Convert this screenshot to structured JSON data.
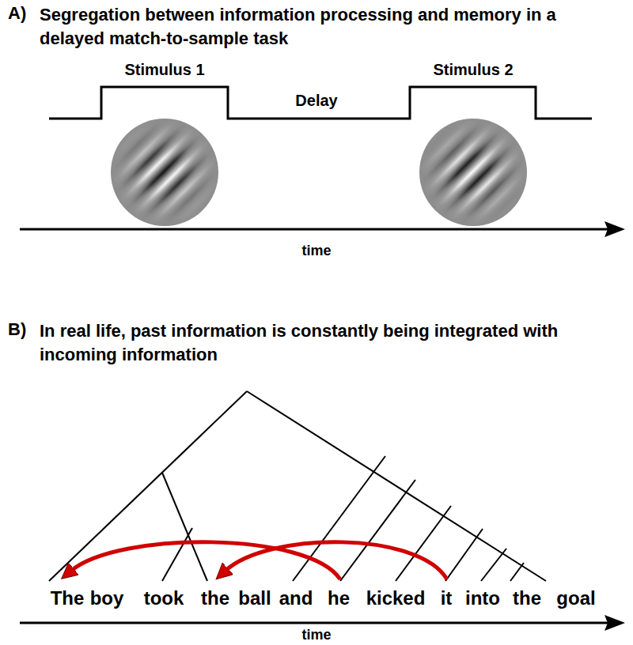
{
  "diagram": {
    "labels": [
      "A)",
      "Segregation between information processing and memory in a delayed match-to-sample task",
      "Stimulus 1",
      "Delay",
      "Stimulus 2",
      "time",
      "B)",
      "In real life, past information is constantly being integrated with incoming information",
      "The",
      "boy",
      "took",
      "the",
      "ball",
      "and",
      "he",
      "kicked",
      "it",
      "into",
      "the",
      "goal",
      "time"
    ]
  }
}
